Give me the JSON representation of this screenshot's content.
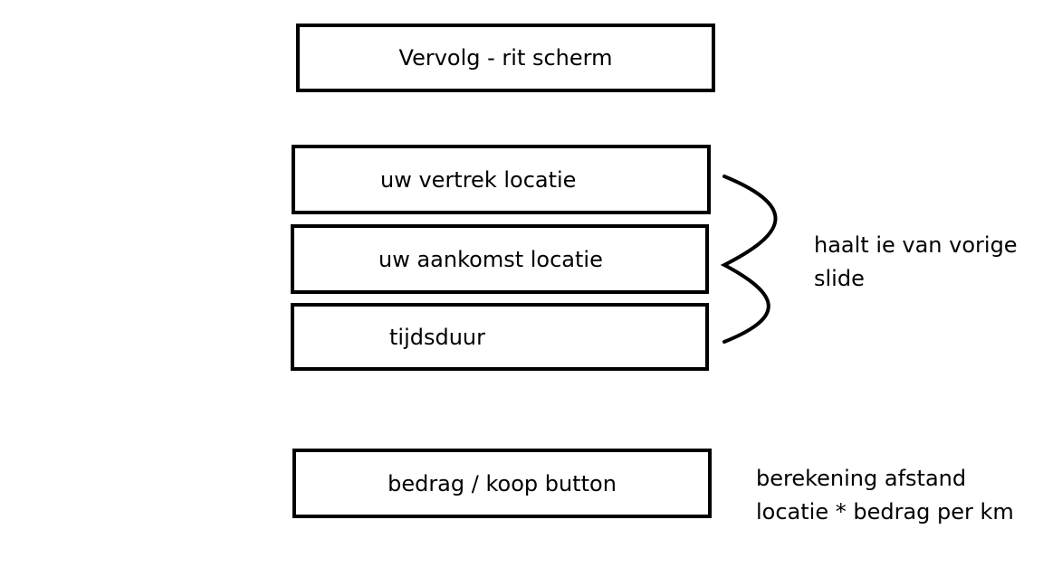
{
  "screen": {
    "title": "Vervolg - rit scherm"
  },
  "fields": {
    "departure_label": "uw vertrek locatie",
    "arrival_label": "uw aankomst locatie",
    "duration_label": "tijdsduur"
  },
  "action": {
    "pay_button_label": "bedrag / koop button"
  },
  "annotations": {
    "previous_slide_line1": "haalt ie van vorige",
    "previous_slide_line2": "slide",
    "calculation_line1": "berekening afstand",
    "calculation_line2": "locatie * bedrag per km"
  }
}
